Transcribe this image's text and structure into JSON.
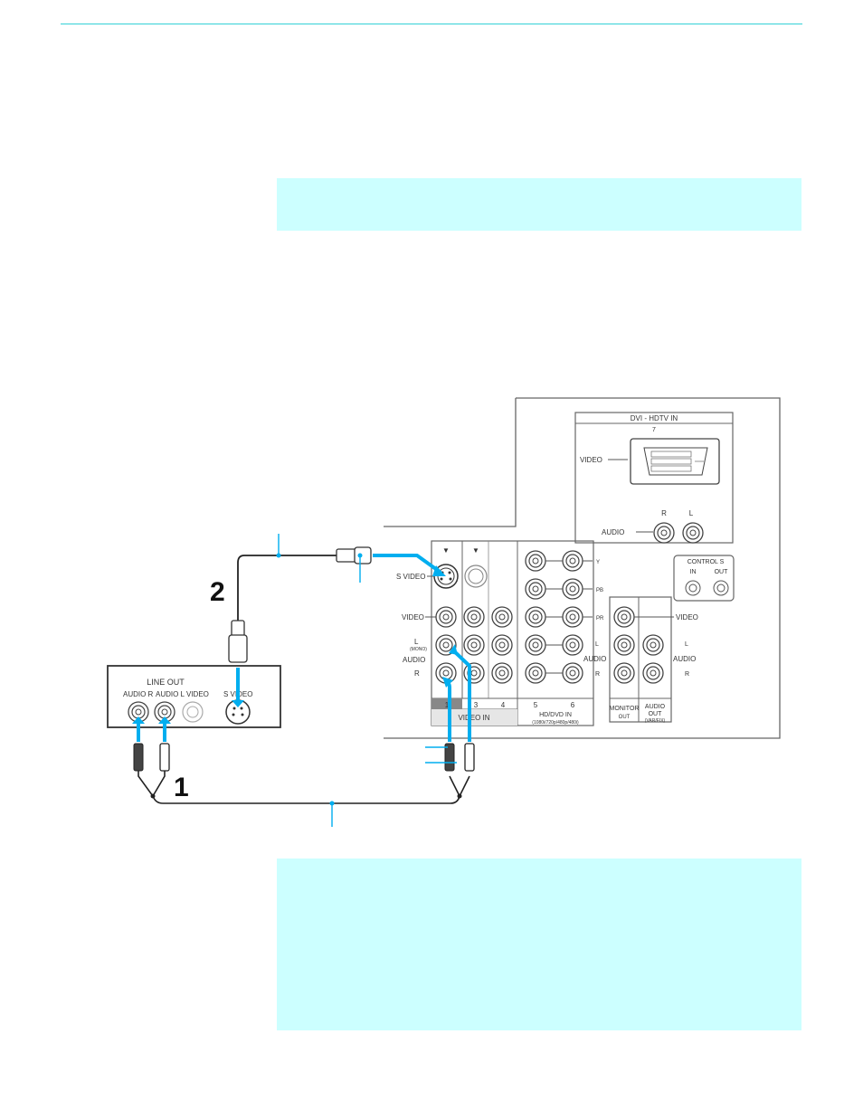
{
  "colors": {
    "accent_rule": "#33d1d6",
    "note_fill": "#ccffff",
    "cable_highlight": "#00aeef"
  },
  "diagram": {
    "dvi_title": "DVI - HDTV  IN",
    "dvi_number": "7",
    "dvi_video": "VIDEO",
    "dvi_audio": "AUDIO",
    "dvi_r": "R",
    "dvi_l": "L",
    "control_s": "CONTROL S",
    "control_in": "IN",
    "control_out": "OUT",
    "svideo_label": "S VIDEO",
    "video_label": "VIDEO",
    "l_label": "L",
    "mono_label": "(MONO)",
    "audio_label": "AUDIO",
    "r_label": "R",
    "comp_y": "Y",
    "comp_pb": "PB",
    "comp_pr": "PR",
    "audio_right_label": "AUDIO",
    "l_right": "L",
    "r_right": "R",
    "col_1": "1",
    "col_3": "3",
    "col_4": "4",
    "col_5": "5",
    "col_6": "6",
    "video_in": "VIDEO IN",
    "hd_dvd_in": "HD/DVD IN",
    "hd_formats": "(1080i/720p/480p/480i)",
    "monitor_out_1": "MONITOR",
    "monitor_out_2": "OUT",
    "monitor_video": "VIDEO",
    "monitor_l": "L",
    "monitor_audio": "AUDIO",
    "monitor_r": "R",
    "audio_out_1": "AUDIO",
    "audio_out_2": "OUT",
    "audio_out_3": "(VAR/FIX)",
    "device_line_out": "LINE OUT",
    "device_audio_r": "AUDIO R",
    "device_audio_l": "AUDIO L",
    "device_video": "VIDEO",
    "device_s_video": "S VIDEO",
    "step_1": "1",
    "step_2": "2"
  }
}
